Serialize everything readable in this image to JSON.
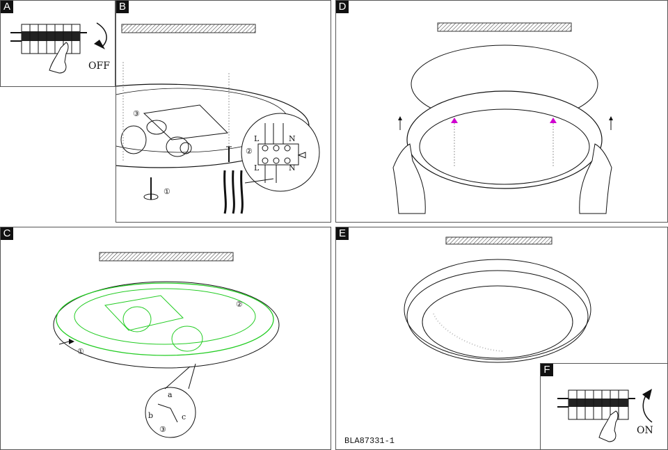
{
  "panels": {
    "a": {
      "tag": "A",
      "switch_label": "OFF"
    },
    "b": {
      "tag": "B",
      "step1": "①",
      "step2": "②",
      "step3": "③",
      "terminal_top": [
        "L",
        "N"
      ],
      "terminal_bottom": [
        "L",
        "N"
      ]
    },
    "c": {
      "tag": "C",
      "step1": "①",
      "step2": "②",
      "step3": "③",
      "detail_a": "a",
      "detail_b": "b",
      "detail_c": "c"
    },
    "d": {
      "tag": "D"
    },
    "e": {
      "tag": "E",
      "model_code": "BLA87331-1"
    },
    "f": {
      "tag": "F",
      "switch_label": "ON"
    }
  },
  "colors": {
    "green_highlight": "#22cc22",
    "magenta_arrow": "#d000d0",
    "line": "#111111"
  },
  "icons": [
    "hatched-ceiling-icon",
    "fuse-box-icon",
    "hand-icon",
    "rotate-arrow-icon",
    "screw-icon",
    "bulb-socket-icon",
    "terminal-block-icon",
    "earth-icon"
  ]
}
